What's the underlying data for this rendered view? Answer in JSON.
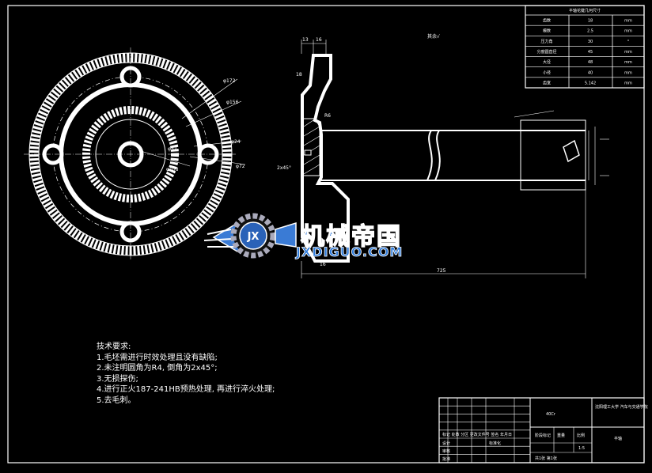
{
  "surface_note": "其余√",
  "dimensions": {
    "d172": "φ172",
    "d156": "φ156",
    "d24": "φ24",
    "d72": "φ72",
    "d52": "φ52",
    "d108": "φ108",
    "len725": "725",
    "len16": "16",
    "len13": "13",
    "chamfer": "2x45°",
    "len18": "18"
  },
  "params_table": {
    "title": "半轴花键几何尺寸",
    "rows": [
      {
        "name": "齿数",
        "value": "18",
        "unit": "mm"
      },
      {
        "name": "模数",
        "value": "2.5",
        "unit": "mm"
      },
      {
        "name": "压力角",
        "value": "30",
        "unit": "°"
      },
      {
        "name": "分度圆直径",
        "value": "45",
        "unit": "mm"
      },
      {
        "name": "大径",
        "value": "48",
        "unit": "mm"
      },
      {
        "name": "小径",
        "value": "40",
        "unit": "mm"
      },
      {
        "name": "齿宽",
        "value": "5.142",
        "unit": "mm"
      }
    ]
  },
  "tech_requirements": {
    "title": "技术要求:",
    "items": [
      "1.毛坯需进行时效处理且没有缺陷;",
      "2.未注明圆角为R4, 倒角为2x45°;",
      "3.无损探伤;",
      "4.进行正火187-241HB预热处理, 再进行淬火处理;",
      "5.去毛刺。"
    ]
  },
  "logo": {
    "badge": "JX",
    "text": "机械帝国",
    "url": "JXDIGUO.COM"
  },
  "title_block": {
    "school": "沈阳理工大学 汽车与交通学院",
    "part_name": "半轴",
    "scale": "1:5",
    "material": "40Cr",
    "sheet": "共1张 第1张",
    "drawn": "标记 处数 分区 更改文件号 签名 年月日",
    "design": "设计",
    "check": "审核",
    "stage": "阶段标记",
    "weight": "重量",
    "ratio": "比例",
    "std": "标准化",
    "approve": "批准"
  }
}
